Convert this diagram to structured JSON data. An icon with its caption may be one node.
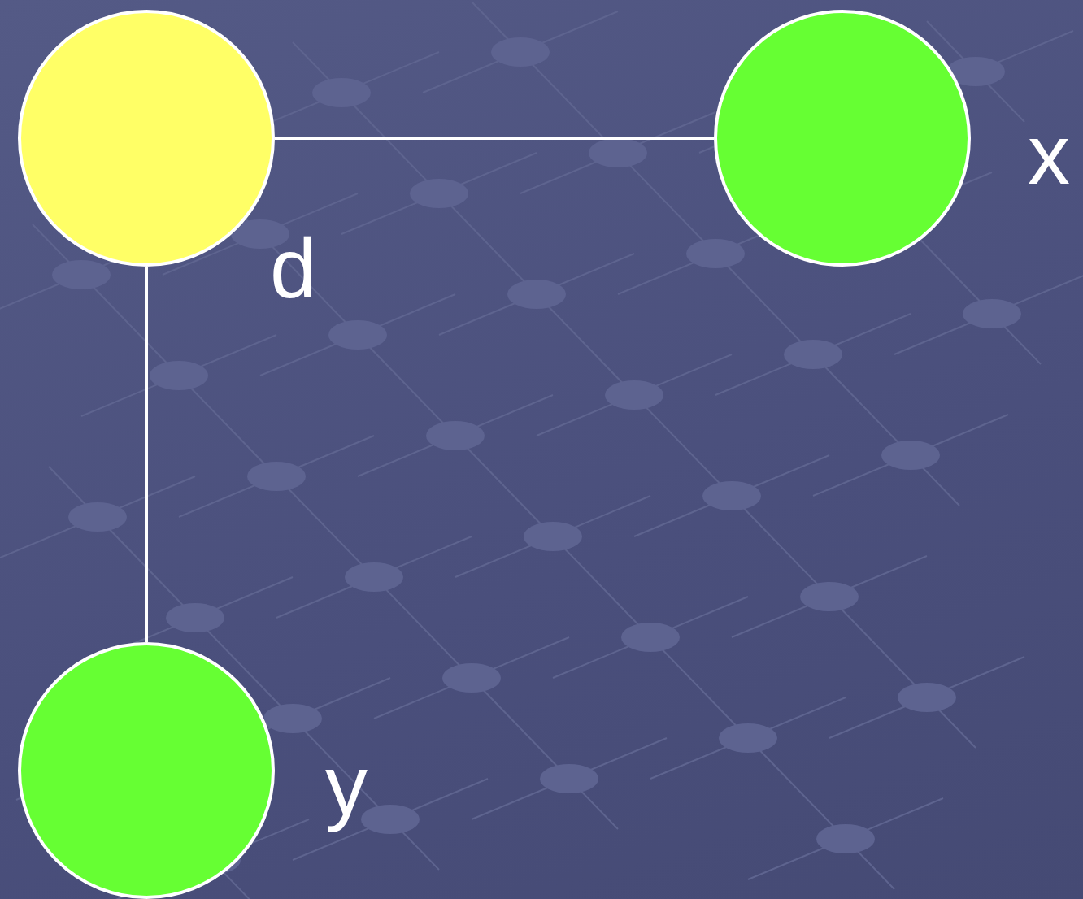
{
  "diagram": {
    "nodes": [
      {
        "text": [],
        "shape": "circle",
        "beside": [
          "d"
        ]
      },
      {
        "text": [],
        "shape": "circle",
        "beside": [
          "x"
        ]
      },
      {
        "text": [],
        "shape": "circle",
        "beside": [
          "y"
        ]
      }
    ],
    "edges": [
      {
        "from": 0,
        "to": 1,
        "arrow": "none"
      },
      {
        "from": 0,
        "to": 2,
        "arrow": "none"
      }
    ]
  }
}
